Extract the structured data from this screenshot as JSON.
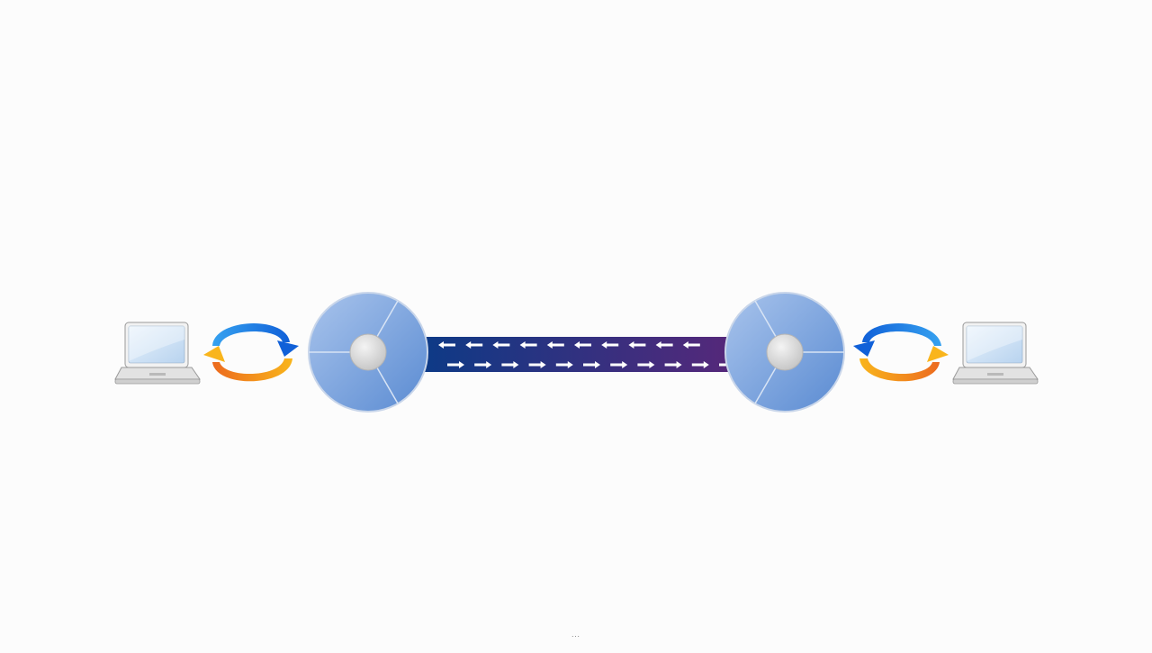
{
  "diagram": {
    "nodes": [
      {
        "id": "laptop-left",
        "icon": "laptop-icon"
      },
      {
        "id": "sync-left",
        "icon": "sync-arrows-icon"
      },
      {
        "id": "router-left",
        "icon": "router-disc-icon"
      },
      {
        "id": "tunnel",
        "icon": "bidirectional-tunnel"
      },
      {
        "id": "router-right",
        "icon": "router-disc-icon"
      },
      {
        "id": "sync-right",
        "icon": "sync-arrows-icon"
      },
      {
        "id": "laptop-right",
        "icon": "laptop-icon"
      }
    ],
    "tunnel": {
      "arrows_left_count": 10,
      "arrows_right_count": 11,
      "color_start": "#0d3a86",
      "color_end": "#55287a"
    },
    "colors": {
      "disc_fill": "#7ea6dd",
      "disc_hub": "#d7d7d7",
      "sync_blue": "#1f7fe0",
      "sync_orange": "#f08a1c",
      "laptop_screen": "#cfe2f5",
      "laptop_body": "#d9d9d9"
    }
  },
  "footer": {
    "mark": "···"
  }
}
